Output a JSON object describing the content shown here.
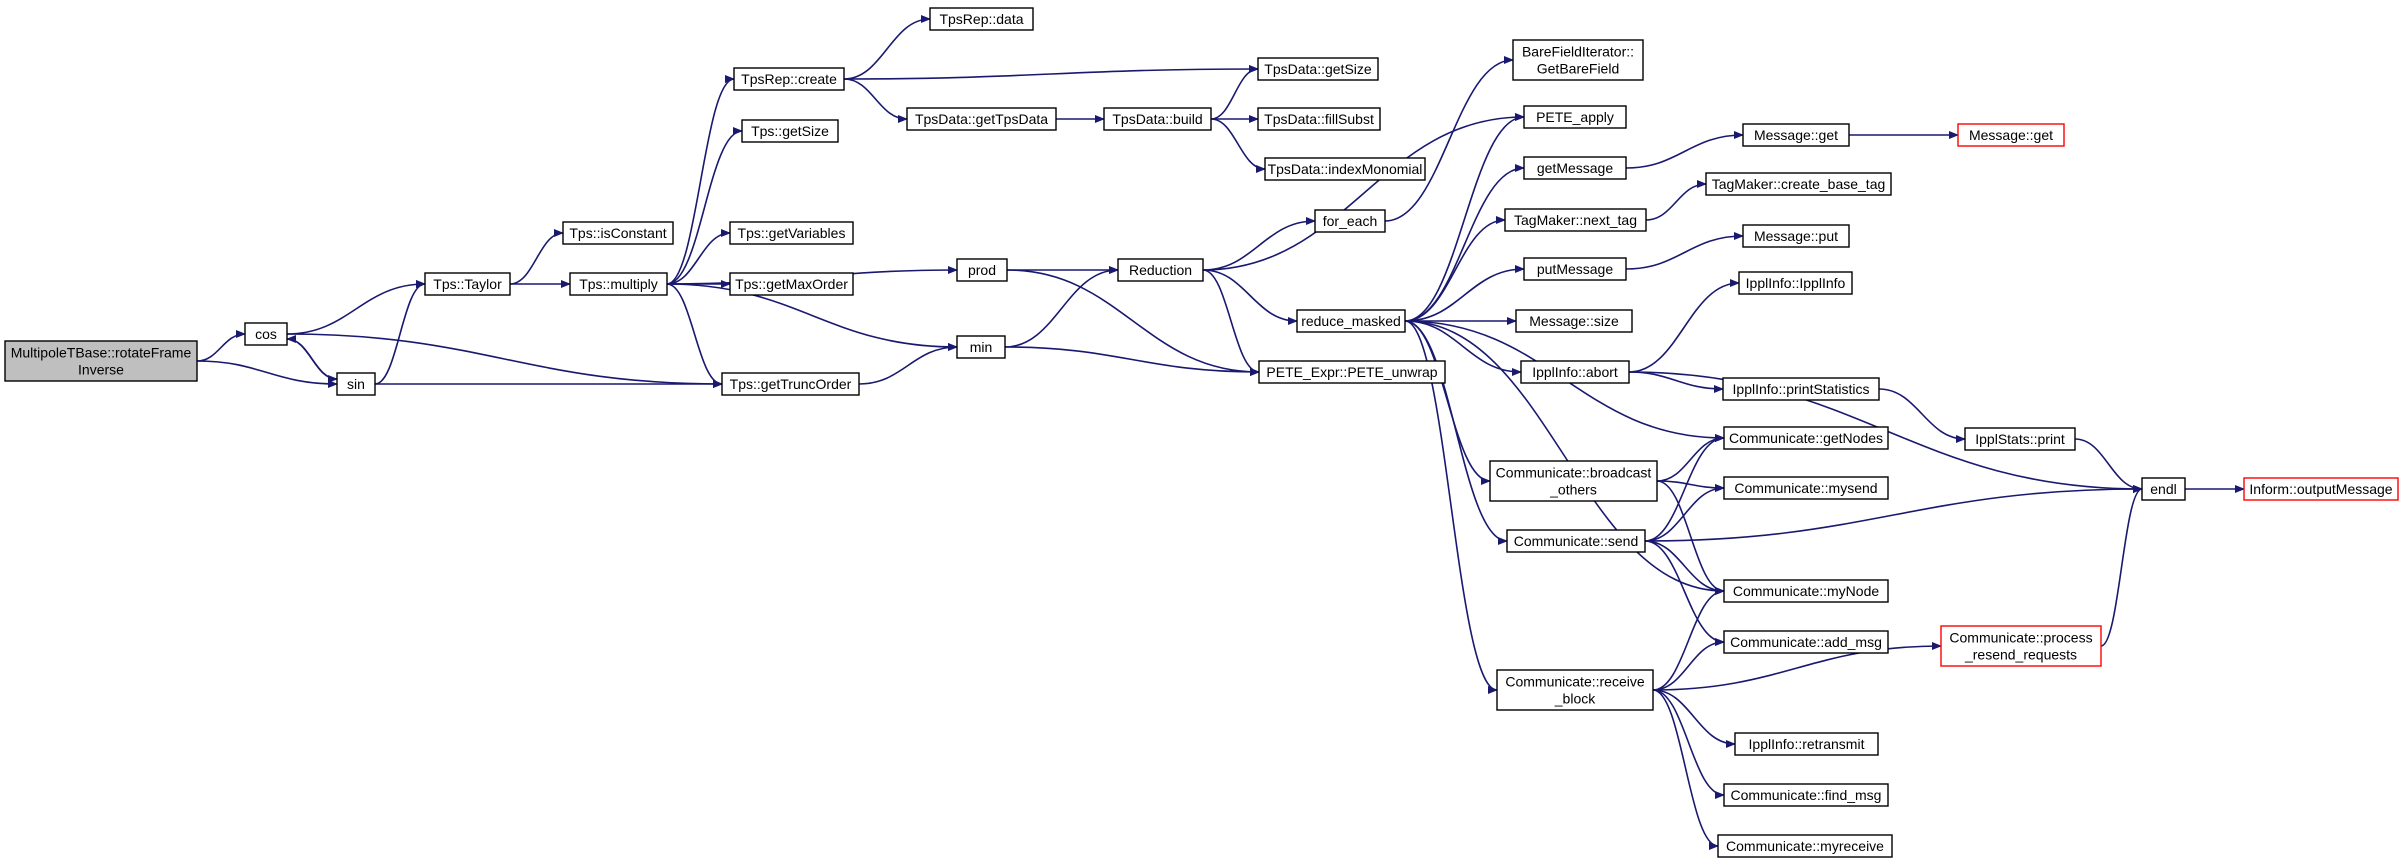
{
  "colors": {
    "edge": "#191970",
    "node_border": "#000000",
    "truncated_border": "#ff0000",
    "root_fill": "#bfbfbf",
    "node_fill": "#ffffff"
  },
  "nodes": [
    {
      "id": "root",
      "lines": [
        "MultipoleTBase::rotateFrame",
        "Inverse"
      ],
      "style": "root"
    },
    {
      "id": "cos",
      "lines": [
        "cos"
      ]
    },
    {
      "id": "sin",
      "lines": [
        "sin"
      ]
    },
    {
      "id": "taylor",
      "lines": [
        "Tps::Taylor"
      ]
    },
    {
      "id": "isconstant",
      "lines": [
        "Tps::isConstant"
      ]
    },
    {
      "id": "multiply",
      "lines": [
        "Tps::multiply"
      ]
    },
    {
      "id": "tpsrepcreate",
      "lines": [
        "TpsRep::create"
      ]
    },
    {
      "id": "tpsrepdata",
      "lines": [
        "TpsRep::data"
      ]
    },
    {
      "id": "getsize",
      "lines": [
        "Tps::getSize"
      ]
    },
    {
      "id": "getvariables",
      "lines": [
        "Tps::getVariables"
      ]
    },
    {
      "id": "getmaxorder",
      "lines": [
        "Tps::getMaxOrder"
      ]
    },
    {
      "id": "gettruncorder",
      "lines": [
        "Tps::getTruncOrder"
      ]
    },
    {
      "id": "prod",
      "lines": [
        "prod"
      ]
    },
    {
      "id": "min",
      "lines": [
        "min"
      ]
    },
    {
      "id": "tpsdatagetsize",
      "lines": [
        "TpsData::getSize"
      ]
    },
    {
      "id": "gettpsdata",
      "lines": [
        "TpsData::getTpsData"
      ]
    },
    {
      "id": "build",
      "lines": [
        "TpsData::build"
      ]
    },
    {
      "id": "fillsubst",
      "lines": [
        "TpsData::fillSubst"
      ]
    },
    {
      "id": "indexmonomial",
      "lines": [
        "TpsData::indexMonomial"
      ]
    },
    {
      "id": "reduction",
      "lines": [
        "Reduction"
      ]
    },
    {
      "id": "foreach",
      "lines": [
        "for_each"
      ]
    },
    {
      "id": "barefield",
      "lines": [
        "BareFieldIterator::",
        "GetBareField"
      ]
    },
    {
      "id": "reducemasked",
      "lines": [
        "reduce_masked"
      ]
    },
    {
      "id": "peteunwrap",
      "lines": [
        "PETE_Expr::PETE_unwrap"
      ]
    },
    {
      "id": "peteapply",
      "lines": [
        "PETE_apply"
      ]
    },
    {
      "id": "getmessage",
      "lines": [
        "getMessage"
      ]
    },
    {
      "id": "nexttag",
      "lines": [
        "TagMaker::next_tag"
      ]
    },
    {
      "id": "putmessage",
      "lines": [
        "putMessage"
      ]
    },
    {
      "id": "msgsize",
      "lines": [
        "Message::size"
      ]
    },
    {
      "id": "abort",
      "lines": [
        "IpplInfo::abort"
      ]
    },
    {
      "id": "getnodes",
      "lines": [
        "Communicate::getNodes"
      ]
    },
    {
      "id": "broadcast",
      "lines": [
        "Communicate::broadcast",
        "_others"
      ]
    },
    {
      "id": "mysend",
      "lines": [
        "Communicate::mysend"
      ]
    },
    {
      "id": "send",
      "lines": [
        "Communicate::send"
      ]
    },
    {
      "id": "mynode",
      "lines": [
        "Communicate::myNode"
      ]
    },
    {
      "id": "addmsg",
      "lines": [
        "Communicate::add_msg"
      ]
    },
    {
      "id": "receiveblock",
      "lines": [
        "Communicate::receive",
        "_block"
      ]
    },
    {
      "id": "retransmit",
      "lines": [
        "IpplInfo::retransmit"
      ]
    },
    {
      "id": "findmsg",
      "lines": [
        "Communicate::find_msg"
      ]
    },
    {
      "id": "myreceive",
      "lines": [
        "Communicate::myreceive"
      ]
    },
    {
      "id": "msgget",
      "lines": [
        "Message::get"
      ]
    },
    {
      "id": "msgget2",
      "lines": [
        "Message::get"
      ],
      "style": "truncated"
    },
    {
      "id": "createbasetag",
      "lines": [
        "TagMaker::create_base_tag"
      ]
    },
    {
      "id": "msgput",
      "lines": [
        "Message::put"
      ]
    },
    {
      "id": "ipplinfo",
      "lines": [
        "IpplInfo::IpplInfo"
      ]
    },
    {
      "id": "printstats",
      "lines": [
        "IpplInfo::printStatistics"
      ]
    },
    {
      "id": "ipplstatsprint",
      "lines": [
        "IpplStats::print"
      ]
    },
    {
      "id": "endl",
      "lines": [
        "endl"
      ]
    },
    {
      "id": "outputmessage",
      "lines": [
        "Inform::outputMessage"
      ],
      "style": "truncated"
    },
    {
      "id": "processresend",
      "lines": [
        "Communicate::process",
        "_resend_requests"
      ],
      "style": "truncated"
    }
  ],
  "edges": [
    [
      "root",
      "cos"
    ],
    [
      "root",
      "sin"
    ],
    [
      "cos",
      "sin"
    ],
    [
      "sin",
      "cos"
    ],
    [
      "cos",
      "taylor"
    ],
    [
      "cos",
      "gettruncorder"
    ],
    [
      "sin",
      "taylor"
    ],
    [
      "sin",
      "gettruncorder"
    ],
    [
      "taylor",
      "isconstant"
    ],
    [
      "taylor",
      "multiply"
    ],
    [
      "multiply",
      "tpsrepcreate"
    ],
    [
      "multiply",
      "getsize"
    ],
    [
      "multiply",
      "prod"
    ],
    [
      "multiply",
      "getvariables"
    ],
    [
      "multiply",
      "getmaxorder"
    ],
    [
      "multiply",
      "gettruncorder"
    ],
    [
      "multiply",
      "min"
    ],
    [
      "tpsrepcreate",
      "tpsrepdata"
    ],
    [
      "tpsrepcreate",
      "tpsdatagetsize"
    ],
    [
      "tpsrepcreate",
      "gettpsdata"
    ],
    [
      "gettpsdata",
      "build"
    ],
    [
      "build",
      "tpsdatagetsize"
    ],
    [
      "build",
      "fillsubst"
    ],
    [
      "build",
      "indexmonomial"
    ],
    [
      "gettruncorder",
      "min"
    ],
    [
      "prod",
      "reduction"
    ],
    [
      "prod",
      "peteunwrap"
    ],
    [
      "min",
      "reduction"
    ],
    [
      "min",
      "peteunwrap"
    ],
    [
      "reduction",
      "foreach"
    ],
    [
      "reduction",
      "peteapply"
    ],
    [
      "reduction",
      "reducemasked"
    ],
    [
      "reduction",
      "peteunwrap"
    ],
    [
      "foreach",
      "barefield"
    ],
    [
      "reducemasked",
      "peteapply"
    ],
    [
      "reducemasked",
      "getmessage"
    ],
    [
      "reducemasked",
      "nexttag"
    ],
    [
      "reducemasked",
      "putmessage"
    ],
    [
      "reducemasked",
      "msgsize"
    ],
    [
      "reducemasked",
      "abort"
    ],
    [
      "reducemasked",
      "getnodes"
    ],
    [
      "reducemasked",
      "broadcast"
    ],
    [
      "reducemasked",
      "send"
    ],
    [
      "reducemasked",
      "mynode"
    ],
    [
      "reducemasked",
      "receiveblock"
    ],
    [
      "getmessage",
      "msgget"
    ],
    [
      "msgget",
      "msgget2"
    ],
    [
      "nexttag",
      "createbasetag"
    ],
    [
      "putmessage",
      "msgput"
    ],
    [
      "abort",
      "ipplinfo"
    ],
    [
      "abort",
      "printstats"
    ],
    [
      "abort",
      "endl"
    ],
    [
      "printstats",
      "ipplstatsprint"
    ],
    [
      "ipplstatsprint",
      "endl"
    ],
    [
      "broadcast",
      "getnodes"
    ],
    [
      "broadcast",
      "mysend"
    ],
    [
      "broadcast",
      "mynode"
    ],
    [
      "send",
      "getnodes"
    ],
    [
      "send",
      "mysend"
    ],
    [
      "send",
      "mynode"
    ],
    [
      "send",
      "addmsg"
    ],
    [
      "send",
      "endl"
    ],
    [
      "receiveblock",
      "mynode"
    ],
    [
      "receiveblock",
      "addmsg"
    ],
    [
      "receiveblock",
      "processresend"
    ],
    [
      "receiveblock",
      "retransmit"
    ],
    [
      "receiveblock",
      "findmsg"
    ],
    [
      "receiveblock",
      "myreceive"
    ],
    [
      "processresend",
      "endl"
    ],
    [
      "endl",
      "outputmessage"
    ]
  ]
}
